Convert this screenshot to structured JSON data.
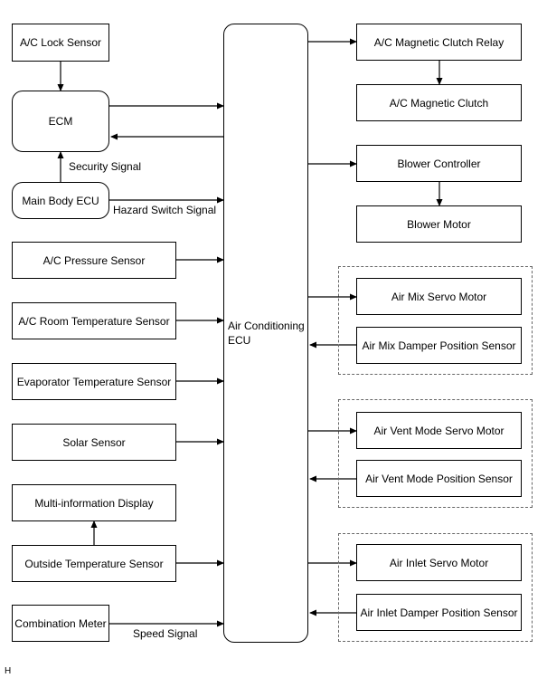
{
  "left_boxes": {
    "ac_lock_sensor": "A/C Lock Sensor",
    "ecm": "ECM",
    "main_body_ecu": "Main Body ECU",
    "ac_pressure_sensor": "A/C Pressure Sensor",
    "ac_room_temp_sensor": "A/C Room Temperature Sensor",
    "evaporator_temp_sensor": "Evaporator Temperature Sensor",
    "solar_sensor": "Solar Sensor",
    "multi_info_display": "Multi-information Display",
    "outside_temp_sensor": "Outside Temperature Sensor",
    "combination_meter": "Combination Meter"
  },
  "center": {
    "ecu_line1": "Air Conditioning",
    "ecu_line2": "ECU"
  },
  "right_boxes": {
    "ac_magnetic_clutch_relay": "A/C Magnetic Clutch Relay",
    "ac_magnetic_clutch": "A/C Magnetic Clutch",
    "blower_controller": "Blower Controller",
    "blower_motor": "Blower Motor",
    "air_mix_servo_motor": "Air Mix Servo Motor",
    "air_mix_damper_position_sensor": "Air Mix Damper Position Sensor",
    "air_vent_mode_servo_motor": "Air Vent Mode Servo Motor",
    "air_vent_mode_position_sensor": "Air Vent Mode Position Sensor",
    "air_inlet_servo_motor": "Air Inlet Servo Motor",
    "air_inlet_damper_position_sensor": "Air Inlet Damper Position Sensor"
  },
  "signals": {
    "security_signal": "Security Signal",
    "hazard_switch_signal": "Hazard Switch Signal",
    "speed_signal": "Speed Signal"
  },
  "footer": {
    "code": "H"
  }
}
